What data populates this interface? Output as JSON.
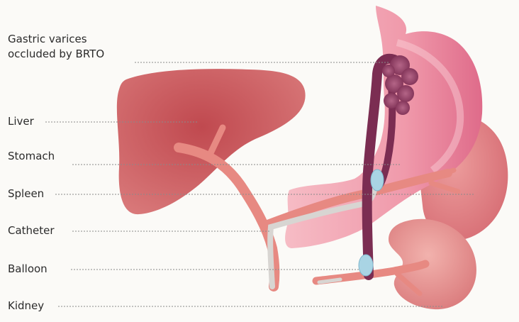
{
  "labels": {
    "gastric_varices_line1": "Gastric varices",
    "gastric_varices_line2": "occluded by BRTO",
    "liver": "Liver",
    "stomach": "Stomach",
    "spleen": "Spleen",
    "catheter": "Catheter",
    "balloon": "Balloon",
    "kidney": "Kidney"
  },
  "colors": {
    "background": "#fbfaf7",
    "liver": "#c9575c",
    "stomach": "#f2a6b3",
    "spleen": "#e3838a",
    "kidney": "#e59490",
    "vessel": "#e9857f",
    "varices": "#8e3a5f",
    "catheter": "#d8d5d2",
    "balloon": "#a9d4e4",
    "leader_line": "#8a8a8a"
  }
}
